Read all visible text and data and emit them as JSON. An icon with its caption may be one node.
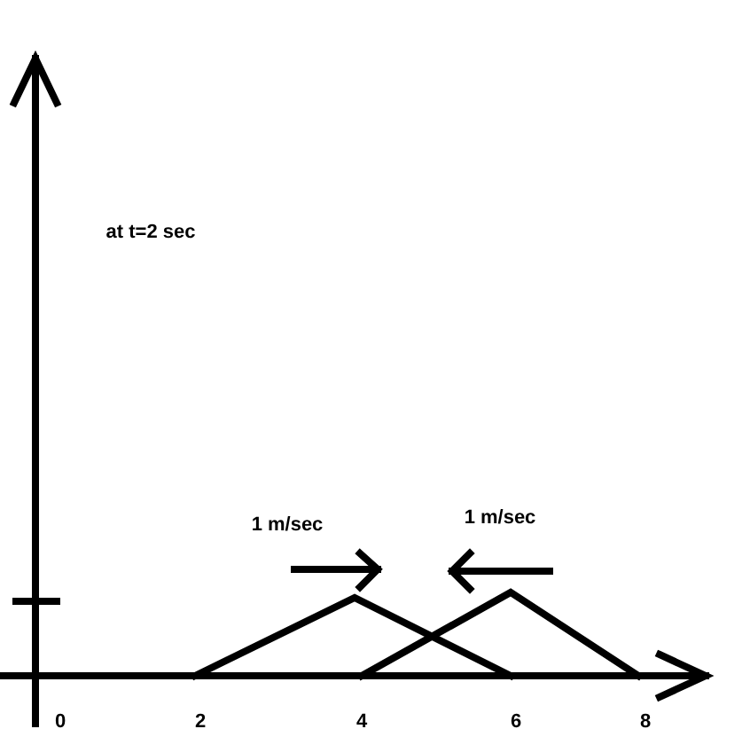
{
  "diagram": {
    "labels": [
      "at t=2 sec",
      "1 m/sec",
      "1 m/sec",
      "0",
      "2",
      "4",
      "6",
      "8"
    ]
  }
}
